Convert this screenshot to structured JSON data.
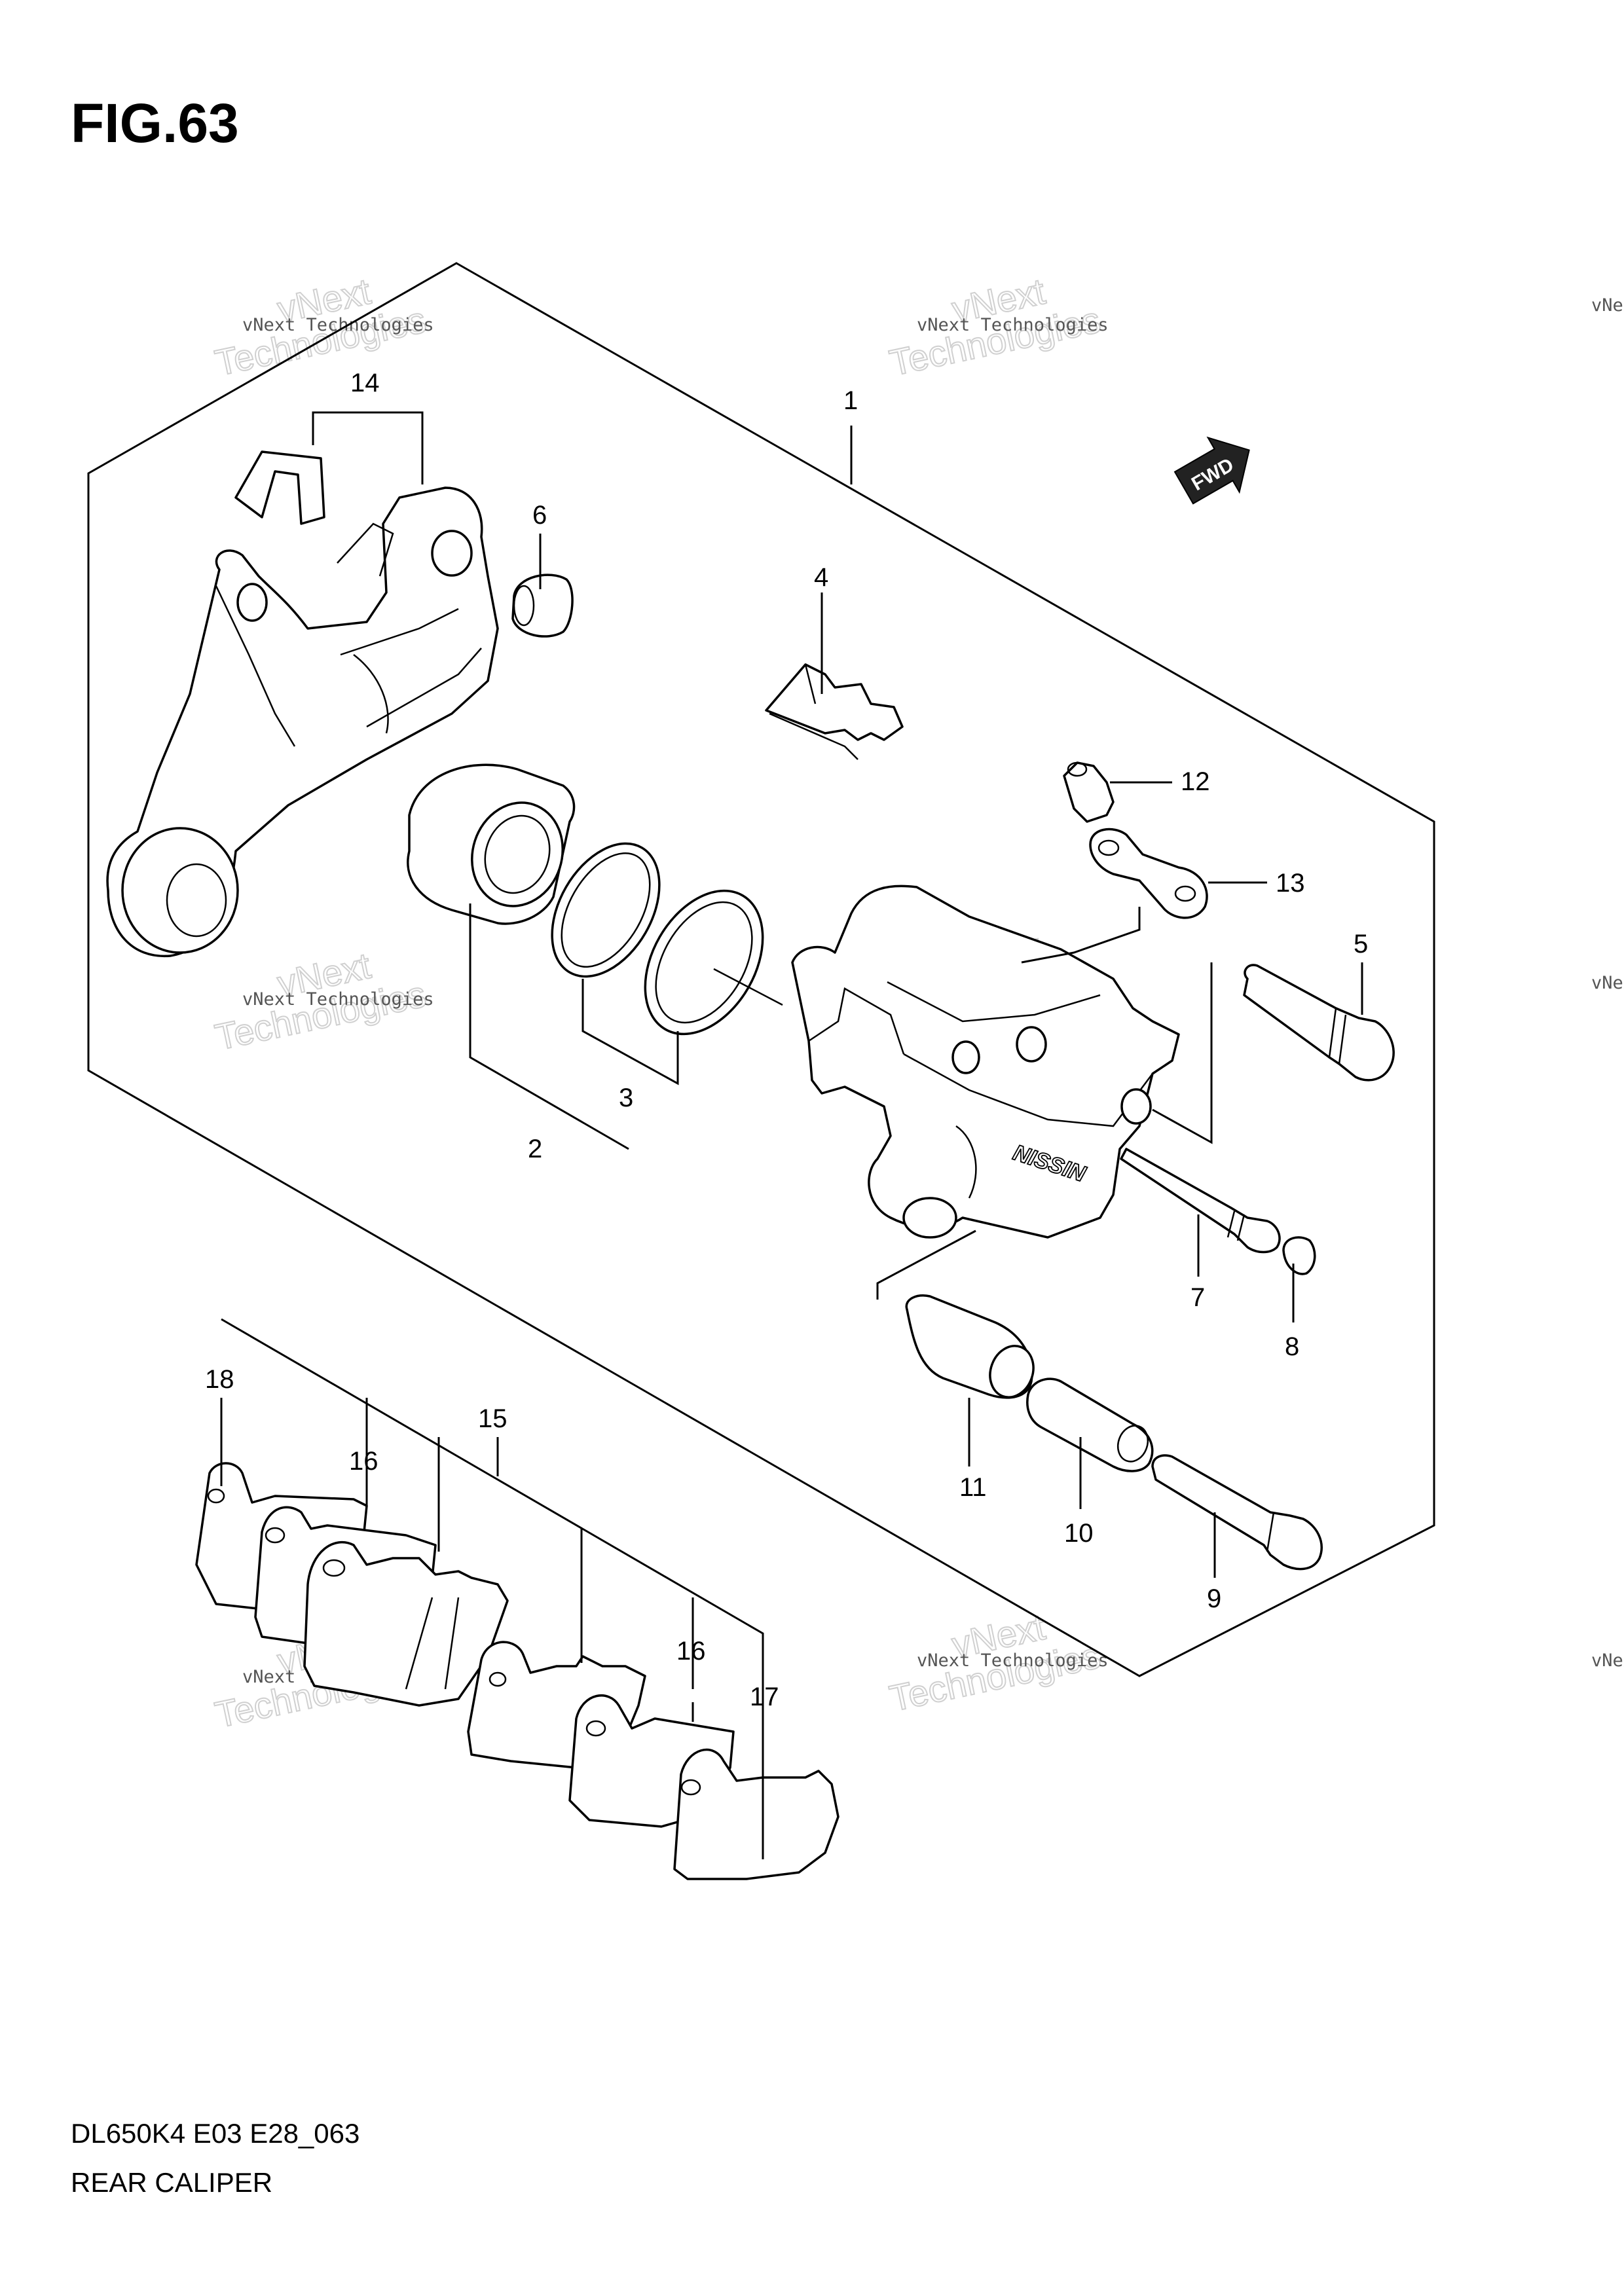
{
  "figure": {
    "title": "FIG.63"
  },
  "footer": {
    "code": "DL650K4 E03 E28_063",
    "title": "REAR CALIPER"
  },
  "watermark": {
    "line1": "vNext Technologies",
    "line2": "vNext",
    "line3": "Technologies"
  },
  "fwd_badge": "FWD",
  "caliper_mark": "NISSIN",
  "callouts": {
    "c1": "1",
    "c2": "2",
    "c3": "3",
    "c4": "4",
    "c5": "5",
    "c6": "6",
    "c7": "7",
    "c8": "8",
    "c9": "9",
    "c10": "10",
    "c11": "11",
    "c12": "12",
    "c13": "13",
    "c14": "14",
    "c15": "15",
    "c16a": "16",
    "c16b": "16",
    "c17": "17",
    "c18": "18"
  }
}
